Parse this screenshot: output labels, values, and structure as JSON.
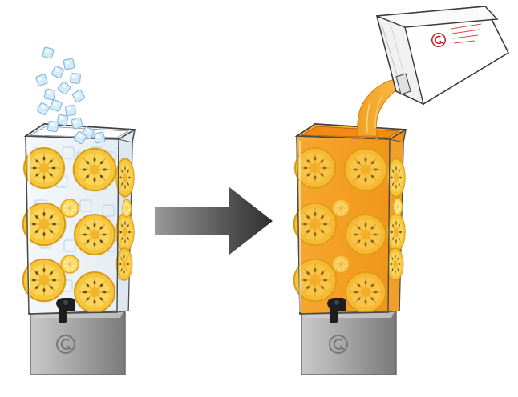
{
  "scene": {
    "steps": [
      {
        "name": "dispenser-with-ice-and-pineapple",
        "content": "ice-and-pineapple-slices"
      },
      {
        "name": "dispenser-with-juice-added",
        "content": "orange-juice-with-pineapple-slices"
      }
    ],
    "arrow": {
      "direction": "right"
    },
    "carton": {
      "label": "",
      "logo": "cq-logo"
    }
  },
  "colors": {
    "ice": "#cfe6f6",
    "ice_outline": "#8fbfe0",
    "pineapple": "#f6c63a",
    "pineapple_dark": "#d99a18",
    "juice": "#f39a1e",
    "juice_light": "#f8b23b",
    "base_metal": "#a8a8a8",
    "base_metal_dark": "#7e7e7e",
    "arrow_dark": "#3a3a3a",
    "arrow_light": "#9a9a9a",
    "logo_red": "#c8201f"
  },
  "icons": [
    "ice-cube-icon",
    "pineapple-slice-icon",
    "lemon-slice-icon",
    "spigot-icon",
    "arrow-right-icon",
    "cq-logo-icon"
  ]
}
